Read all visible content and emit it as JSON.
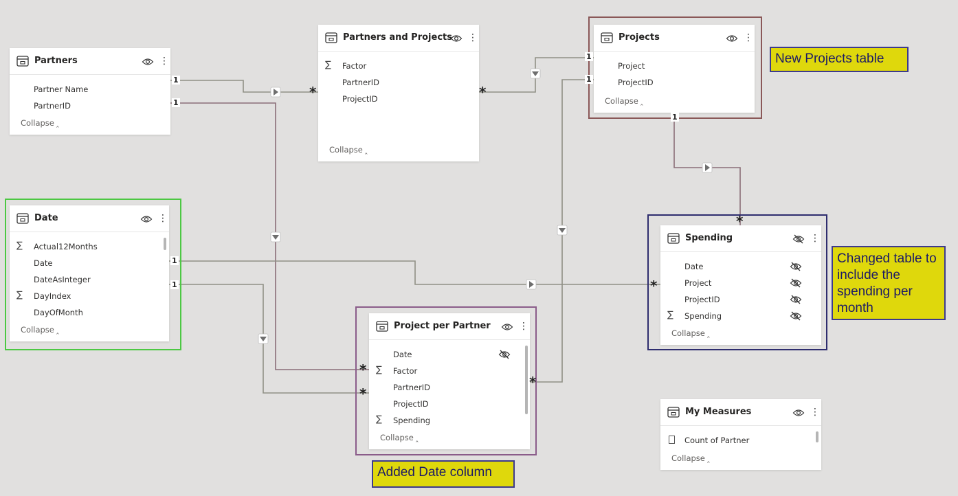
{
  "tables": {
    "partners": {
      "title": "Partners",
      "fields": [
        {
          "name": "Partner Name"
        },
        {
          "name": "PartnerID"
        }
      ],
      "collapse_label": "Collapse"
    },
    "partners_and_projects": {
      "title": "Partners and Projects",
      "fields": [
        {
          "name": "Factor",
          "sigma": true
        },
        {
          "name": "PartnerID"
        },
        {
          "name": "ProjectID"
        }
      ],
      "collapse_label": "Collapse"
    },
    "projects": {
      "title": "Projects",
      "fields": [
        {
          "name": "Project"
        },
        {
          "name": "ProjectID"
        }
      ],
      "collapse_label": "Collapse"
    },
    "date": {
      "title": "Date",
      "fields": [
        {
          "name": "Actual12Months",
          "sigma": true
        },
        {
          "name": "Date"
        },
        {
          "name": "DateAsInteger"
        },
        {
          "name": "DayIndex",
          "sigma": true
        },
        {
          "name": "DayOfMonth"
        }
      ],
      "collapse_label": "Collapse"
    },
    "spending": {
      "title": "Spending",
      "hidden_table": true,
      "fields": [
        {
          "name": "Date",
          "hidden": true
        },
        {
          "name": "Project",
          "hidden": true
        },
        {
          "name": "ProjectID",
          "hidden": true
        },
        {
          "name": "Spending",
          "sigma": true,
          "hidden": true
        }
      ],
      "collapse_label": "Collapse"
    },
    "project_per_partner": {
      "title": "Project per Partner",
      "fields": [
        {
          "name": "Date",
          "hidden": true
        },
        {
          "name": "Factor",
          "sigma": true
        },
        {
          "name": "PartnerID"
        },
        {
          "name": "ProjectID"
        },
        {
          "name": "Spending",
          "sigma": true
        }
      ],
      "collapse_label": "Collapse"
    },
    "my_measures": {
      "title": "My Measures",
      "fields": [
        {
          "name": "Count of Partner",
          "calc": true
        }
      ],
      "collapse_label": "Collapse"
    }
  },
  "relationships": [
    {
      "from": "Partners",
      "to": "Partners and Projects",
      "from_card": "1",
      "to_card": "*"
    },
    {
      "from": "Partners",
      "to": "Project per Partner",
      "from_card": "1",
      "to_card": "*"
    },
    {
      "from": "Partners and Projects",
      "to": "Projects",
      "from_card": "*",
      "to_card": "1"
    },
    {
      "from": "Projects",
      "to": "Project per Partner",
      "from_card": "1",
      "to_card": "*"
    },
    {
      "from": "Projects",
      "to": "Spending",
      "from_card": "1",
      "to_card": "*"
    },
    {
      "from": "Date",
      "to": "Spending",
      "from_card": "1",
      "to_card": "*"
    },
    {
      "from": "Date",
      "to": "Project per Partner",
      "from_card": "1",
      "to_card": "*"
    }
  ],
  "annotations": {
    "new_projects": "New Projects table",
    "changed_table": "Changed table to include the spending per month",
    "added_date": "Added Date column"
  },
  "colors": {
    "canvas": "#e1e0df",
    "line_gray": "#8f8f85",
    "line_mauve": "#8a6e78",
    "frame_brown": "#8a5858",
    "frame_green": "#4cc843",
    "frame_navy": "#2e2d6e",
    "frame_purple": "#8a5c8a",
    "note_fill": "#dfd80c"
  },
  "icons": {
    "table": "table-icon",
    "visibility": "eye-icon",
    "hidden": "eye-slash-icon",
    "more": "more-options-icon",
    "measure": "calculator-icon",
    "filter_direction": "filter-arrow-icon"
  }
}
